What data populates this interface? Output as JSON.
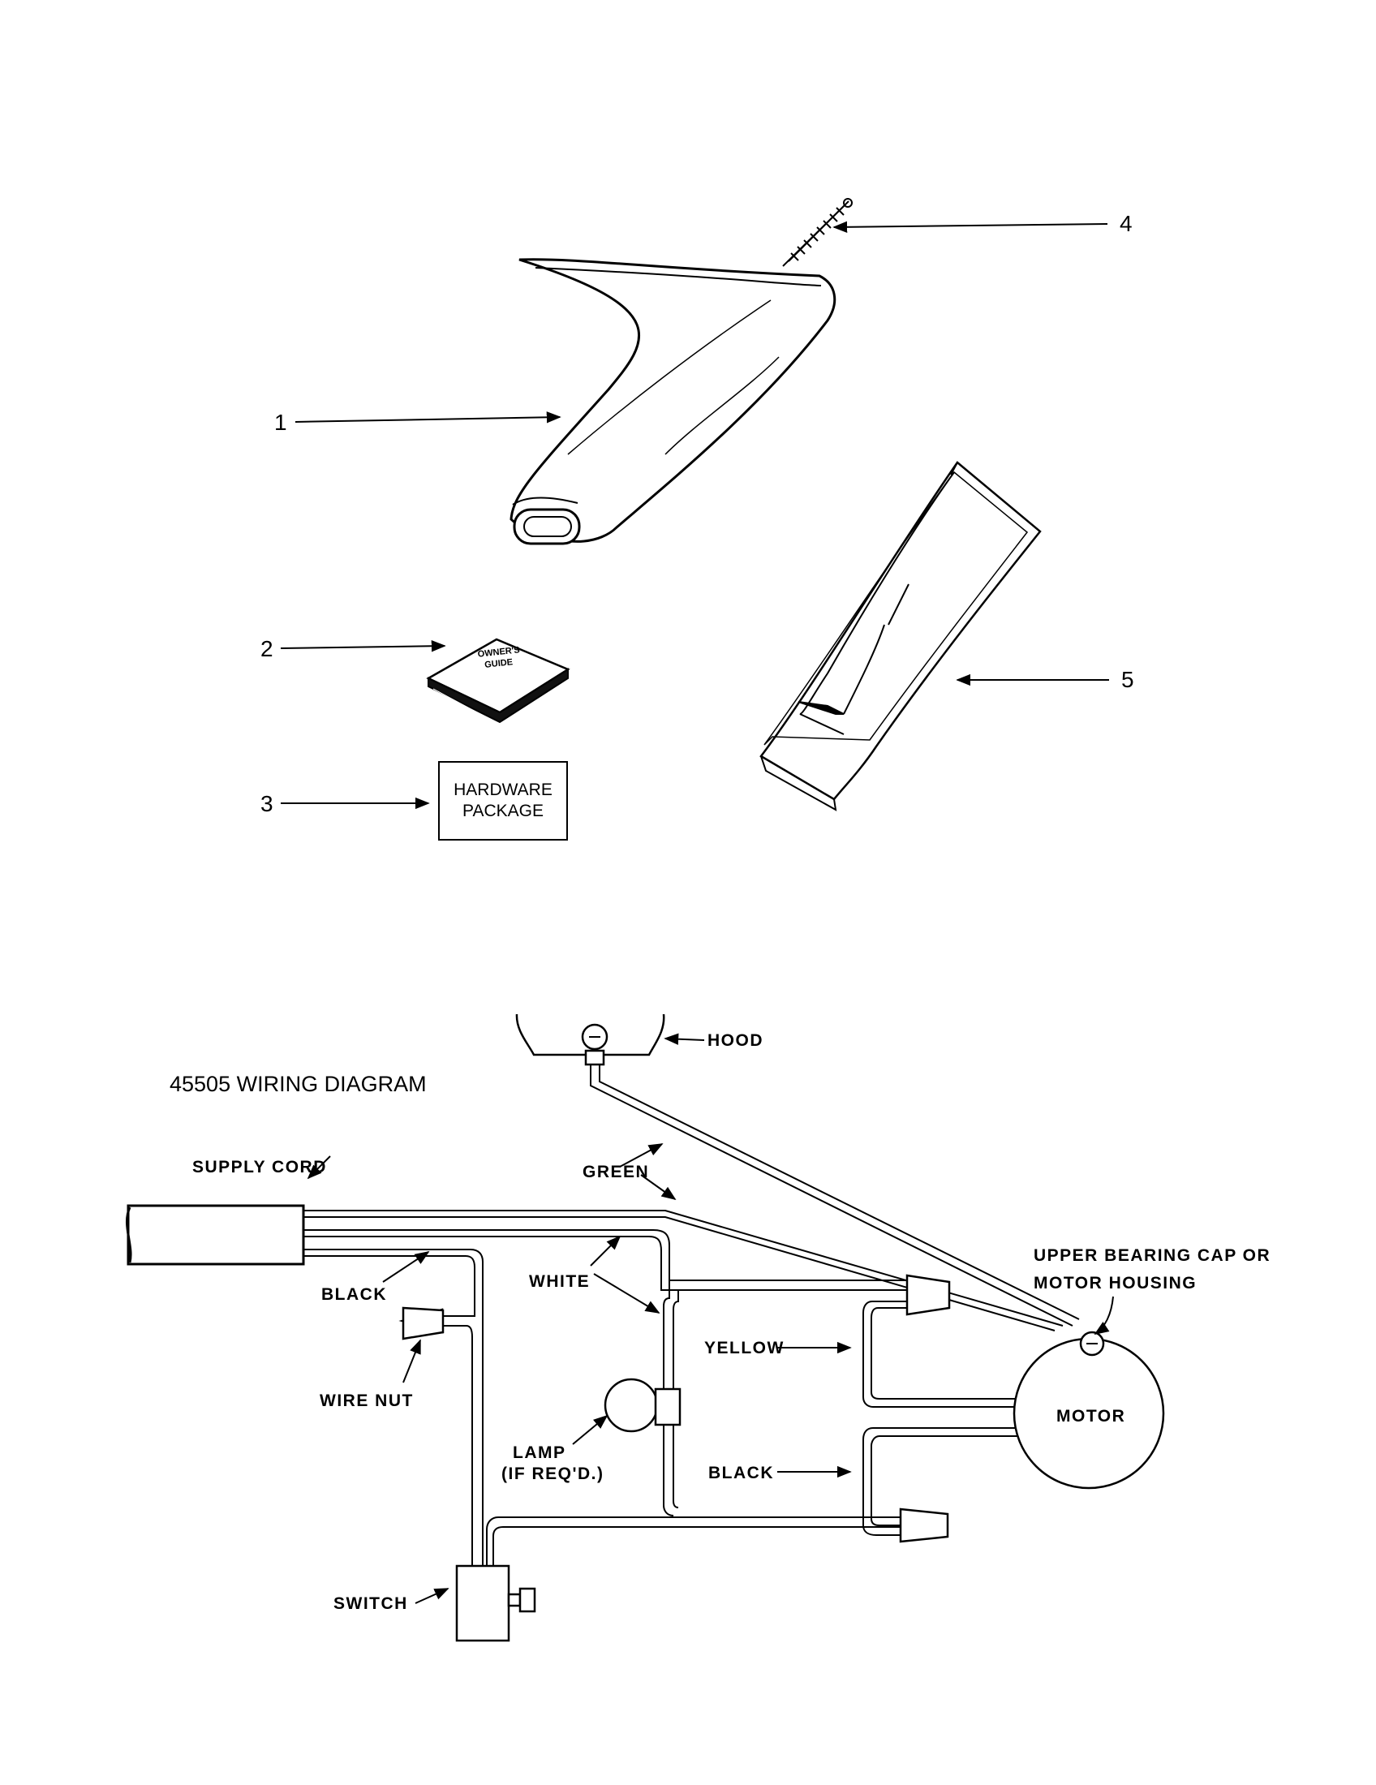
{
  "parts": {
    "callouts": [
      "1",
      "2",
      "3",
      "4",
      "5"
    ],
    "owners_guide": [
      "OWNER'S",
      "GUIDE"
    ],
    "hardware_package": [
      "HARDWARE",
      "PACKAGE"
    ]
  },
  "wiring": {
    "title": "45505 WIRING DIAGRAM",
    "labels": {
      "hood": "HOOD",
      "supply_cord": "SUPPLY CORD",
      "green": "GREEN",
      "white": "WHITE",
      "black_top": "BLACK",
      "wire_nut": "WIRE NUT",
      "yellow": "YELLOW",
      "lamp": "LAMP",
      "lamp_note": "(IF REQ'D.)",
      "black_bottom": "BLACK",
      "switch": "SWITCH",
      "motor": "MOTOR",
      "upper_bearing_1": "UPPER BEARING CAP OR",
      "upper_bearing_2": "MOTOR HOUSING"
    }
  }
}
